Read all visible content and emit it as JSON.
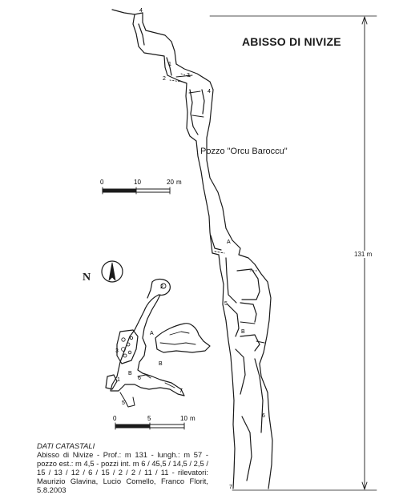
{
  "title": "ABISSO DI NIVIZE",
  "shaft_label": "Pozzo \"Orcu Baroccu\"",
  "depth_label": "131 m",
  "north_label": "N",
  "scale_profile": {
    "ticks": [
      "0",
      "10",
      "20"
    ],
    "unit": "m"
  },
  "scale_plan": {
    "ticks": [
      "0",
      "5",
      "10"
    ],
    "unit": "m"
  },
  "station_labels": {
    "profile": [
      "4",
      "1",
      "2",
      "3",
      "4",
      "A",
      "5",
      "B",
      "6",
      "7"
    ],
    "plan": [
      "2",
      "A",
      "3",
      "B",
      "B",
      "5",
      "6",
      "7",
      "1"
    ]
  },
  "info": {
    "heading": "DATI CATASTALI",
    "body": "Abisso di Nivize - Prof.: m 131 - lungh.: m 57 - pozzo est.: m 4,5 - pozzi int. m 6 / 45,5 / 14,5 / 2,5 / 15 / 13 / 12 / 6 / 15 / 2 / 2 / 11 / 11 - rilevatori: Maurizio Glavina, Lucio Comello, Franco Florit, 5.8.2003"
  },
  "colors": {
    "ink": "#1a1a1a",
    "paper": "#ffffff"
  }
}
